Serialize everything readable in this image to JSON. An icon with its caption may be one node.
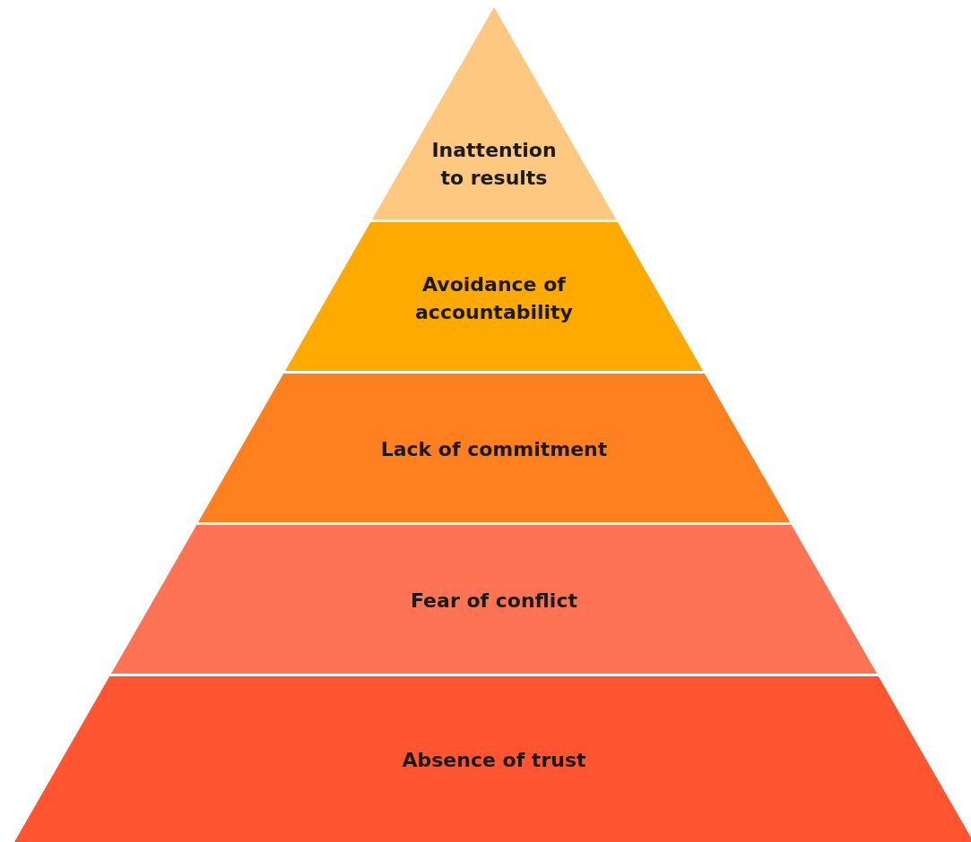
{
  "diagram": {
    "nodes": [
      {
        "text": [
          "Inattention to results"
        ]
      },
      {
        "text": [
          "Avoidance of accountability"
        ]
      },
      {
        "text": [
          "Lack of commitment"
        ]
      },
      {
        "text": [
          "Fear of conflict"
        ]
      },
      {
        "text": [
          "Absence of trust"
        ]
      }
    ]
  }
}
